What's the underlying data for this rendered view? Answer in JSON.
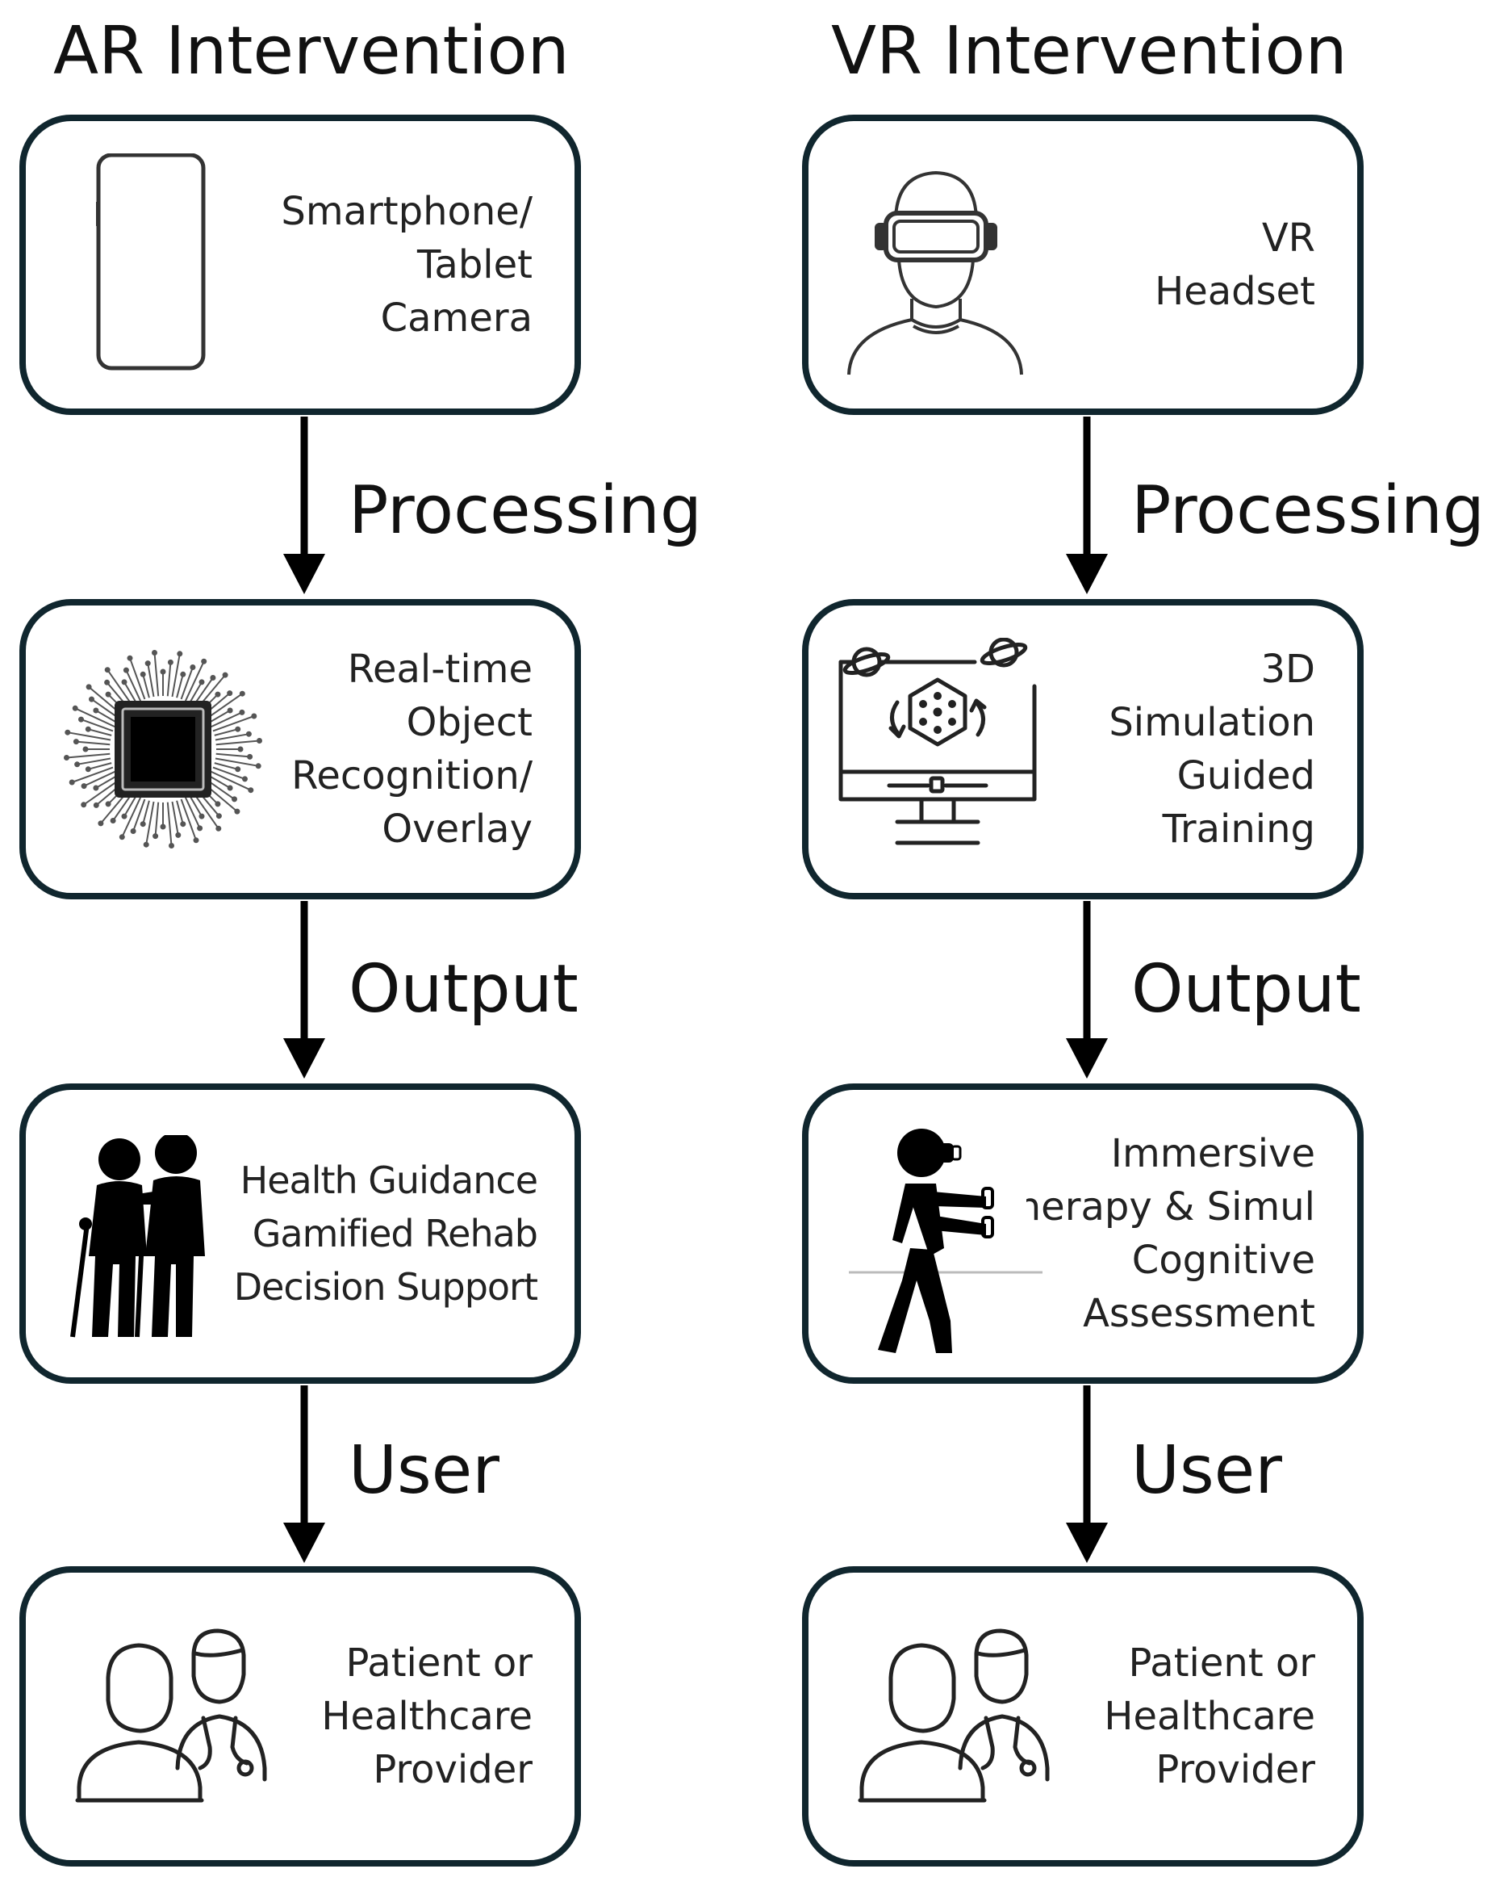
{
  "ar": {
    "title": "AR Intervention",
    "boxes": {
      "input": {
        "lines": [
          "Smartphone/",
          "Tablet",
          "Camera"
        ]
      },
      "processing": {
        "lines": [
          "Real-time",
          "Object",
          "Recognition/",
          "Overlay"
        ]
      },
      "output": {
        "lines": [
          "Health Guidance",
          "Gamified Rehab",
          "Decision Support"
        ]
      },
      "user": {
        "lines": [
          "Patient or",
          "Healthcare",
          "Provider"
        ]
      }
    }
  },
  "vr": {
    "title": "VR Intervention",
    "boxes": {
      "input": {
        "lines": [
          "VR",
          "Headset"
        ]
      },
      "processing": {
        "lines": [
          "3D",
          "Simulation",
          "Guided",
          "Training"
        ]
      },
      "output": {
        "lines": [
          "Immersive",
          "Therapy & Simul",
          "Cognitive",
          "Assessment"
        ]
      },
      "user": {
        "lines": [
          "Patient or",
          "Healthcare",
          "Provider"
        ]
      }
    }
  },
  "steps": {
    "processing": "Processing",
    "output": "Output",
    "user": "User"
  },
  "colors": {
    "box_border": "#10262e",
    "arrow": "#000000",
    "text": "#111111"
  },
  "icons": {
    "ar_input": "smartphone-icon",
    "ar_processing": "microchip-icon",
    "ar_output": "elderly-assisted-walking-icon",
    "ar_user": "patient-doctor-icon",
    "vr_input": "vr-headset-person-icon",
    "vr_processing": "3d-simulation-monitor-icon",
    "vr_output": "vr-user-figure-icon",
    "vr_user": "patient-doctor-icon"
  }
}
